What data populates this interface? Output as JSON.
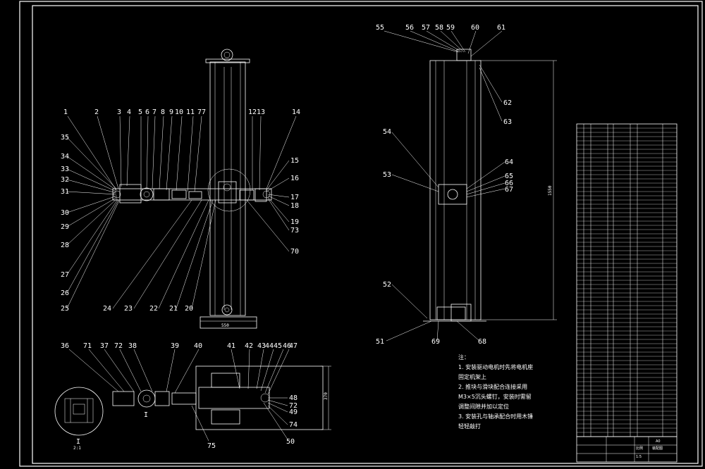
{
  "balloons": [
    "1",
    "2",
    "3",
    "4",
    "5",
    "6",
    "7",
    "8",
    "9",
    "10",
    "11",
    "77",
    "12",
    "13",
    "14",
    "35",
    "34",
    "33",
    "32",
    "31",
    "30",
    "29",
    "28",
    "27",
    "26",
    "25",
    "24",
    "23",
    "22",
    "21",
    "20",
    "15",
    "16",
    "17",
    "18",
    "19",
    "73",
    "70",
    "55",
    "56",
    "57",
    "58",
    "59",
    "60",
    "61",
    "62",
    "63",
    "54",
    "53",
    "64",
    "65",
    "66",
    "67",
    "52",
    "51",
    "69",
    "68",
    "36",
    "71",
    "37",
    "72",
    "38",
    "39",
    "40",
    "41",
    "42",
    "43",
    "44",
    "45",
    "46",
    "47",
    "48",
    "72",
    "49",
    "74",
    "75",
    "50"
  ],
  "section_label": "I",
  "detail_label": "I",
  "detail_scale": "2:1",
  "dims": {
    "left_base": "550",
    "right_height": "1550",
    "bottom_width": "370"
  },
  "notes": {
    "title": "注：",
    "items": [
      "1. 安装驱动电机时先将电机座",
      "   固定机架上",
      "2. 推块与滑块配合连接采用",
      "   M3×5沉头螺钉，安装时需留",
      "   调整间隙并加以定位",
      "3. 安装孔与轴承配合时用木锤",
      "   轻轻敲打"
    ]
  },
  "title_block": {
    "drawing_name": "装配图",
    "scale_label": "比例",
    "scale_value": "1:5",
    "sheet": "A0"
  }
}
